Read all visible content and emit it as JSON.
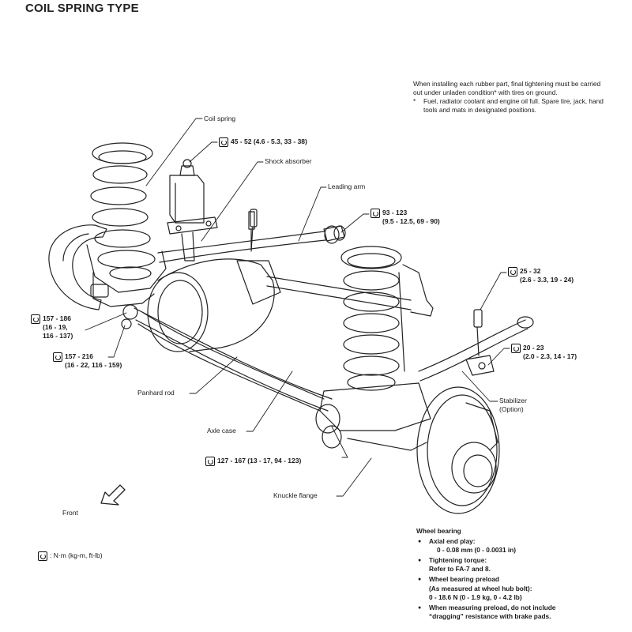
{
  "title": "COIL SPRING TYPE",
  "note": {
    "intro": "When installing each rubber part, final tightening must be carried out under unladen condition* with tires on ground.",
    "footnote_marker": "*",
    "footnote": "Fuel, radiator coolant and engine oil full. Spare tire, jack, hand tools and mats in designated positions."
  },
  "labels": {
    "coil_spring": "Coil spring",
    "shock_absorber": "Shock absorber",
    "leading_arm": "Leading arm",
    "panhard_rod": "Panhard rod",
    "axle_case": "Axle case",
    "stabilizer_line1": "Stabilizer",
    "stabilizer_line2": "(Option)",
    "knuckle_flange": "Knuckle flange",
    "front": "Front"
  },
  "torques": {
    "shock_top": {
      "line1": "45 - 52 (4.6 - 5.3, 33 - 38)"
    },
    "leading_arm": {
      "line1": "93 - 123",
      "line2": "(9.5 - 12.5, 69 - 90)"
    },
    "stabilizer_link": {
      "line1": "25 - 32",
      "line2": "(2.6 - 3.3, 19 - 24)"
    },
    "stabilizer_bracket": {
      "line1": "20 - 23",
      "line2": "(2.0 - 2.3, 14 - 17)"
    },
    "panhard_upper": {
      "line1": "157 - 186",
      "line2": "(16 - 19,",
      "line3": "116 - 137)"
    },
    "panhard_lower": {
      "line1": "157 - 216",
      "line2": "(16 - 22, 116 - 159)"
    },
    "leading_arm_rear": {
      "line1": "127 - 167 (13 - 17, 94 - 123)"
    }
  },
  "legend": {
    "icon": "torque-wrench-icon",
    "text": ": N·m (kg-m, ft-lb)"
  },
  "wheel_bearing": {
    "heading": "Wheel bearing",
    "items": [
      {
        "label": "Axial end play:",
        "detail": "0 - 0.08 mm (0 - 0.0031 in)"
      },
      {
        "label": "Tightening torque:",
        "detail": "Refer to FA-7 and 8."
      },
      {
        "label": "Wheel bearing preload",
        "detail": "(As measured at wheel hub bolt):",
        "detail2": "0 - 18.6 N (0 - 1.9 kg, 0 - 4.2 lb)"
      },
      {
        "label": "When measuring preload, do not include",
        "detail": "“dragging” resistance with brake pads."
      }
    ]
  }
}
